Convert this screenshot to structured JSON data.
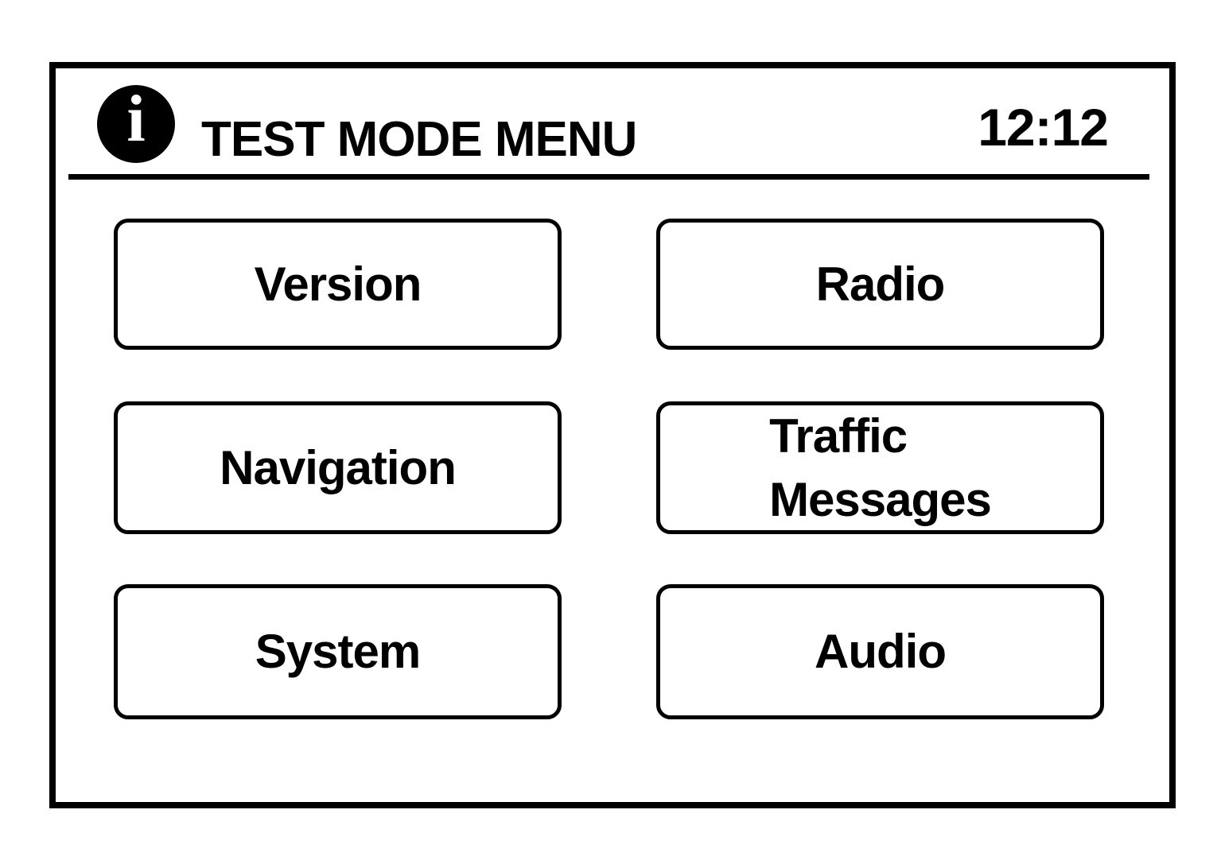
{
  "header": {
    "info_icon_glyph": "i",
    "title": "TEST MODE MENU",
    "time": "12:12"
  },
  "buttons": [
    {
      "id": "version",
      "label": "Version"
    },
    {
      "id": "radio",
      "label": "Radio"
    },
    {
      "id": "navigation",
      "label": "Navigation"
    },
    {
      "id": "traffic-messages",
      "label": "Traffic\nMessages"
    },
    {
      "id": "system",
      "label": "System"
    },
    {
      "id": "audio",
      "label": "Audio"
    }
  ],
  "colors": {
    "foreground": "#000000",
    "background": "#ffffff"
  }
}
